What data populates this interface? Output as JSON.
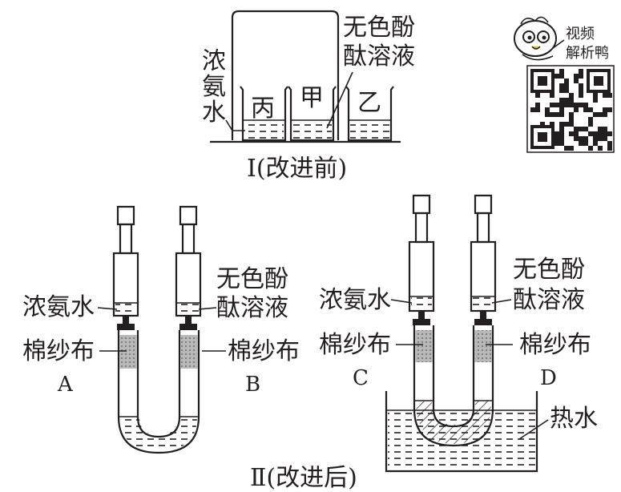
{
  "part1": {
    "caption": "Ⅰ(改进前)",
    "label_ammonia": "浓氨水",
    "label_indicator": "无色酚酞溶液",
    "beaker_bing": "丙",
    "beaker_jia": "甲",
    "beaker_yi": "乙"
  },
  "part2": {
    "caption": "Ⅱ(改进后)",
    "label_ammonia_left": "浓氨水",
    "label_indicator_left": "无色酚酞溶液",
    "label_cotton_a": "棉纱布",
    "label_cotton_b": "棉纱布",
    "label_ammonia_right": "浓氨水",
    "label_indicator_right": "无色酚酞溶液",
    "label_cotton_c": "棉纱布",
    "label_cotton_d": "棉纱布",
    "label_hot_water": "热水",
    "letter_a": "A",
    "letter_b": "B",
    "letter_c": "C",
    "letter_d": "D"
  },
  "badge": {
    "mascot_text": "视频解析鸭",
    "mascot_icon": "duck-mascot-icon",
    "qr_icon": "qr-code-icon"
  },
  "colors": {
    "ink": "#231f20",
    "background": "#ffffff"
  }
}
